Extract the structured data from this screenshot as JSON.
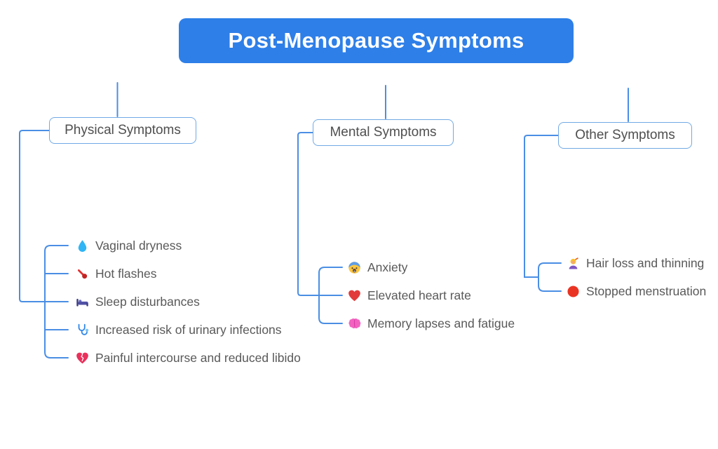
{
  "title": "Post-Menopause Symptoms",
  "colors": {
    "root_background": "#2e7fe8",
    "root_text": "#ffffff",
    "branch_border": "#71a9e5",
    "branch_text": "#4f4f4f",
    "connector": "#4a8ee4",
    "leaf_text": "#595959"
  },
  "branches": [
    {
      "label": "Physical Symptoms",
      "items": [
        {
          "icon": "droplet-icon",
          "label": "Vaginal dryness"
        },
        {
          "icon": "thermometer-icon",
          "label": "Hot flashes"
        },
        {
          "icon": "bed-icon",
          "label": "Sleep disturbances"
        },
        {
          "icon": "stethoscope-icon",
          "label": "Increased risk of urinary infections"
        },
        {
          "icon": "broken-heart-icon",
          "label": "Painful intercourse and reduced libido"
        }
      ]
    },
    {
      "label": "Mental Symptoms",
      "items": [
        {
          "icon": "fearful-face-icon",
          "label": "Anxiety"
        },
        {
          "icon": "red-heart-icon",
          "label": "Elevated heart rate"
        },
        {
          "icon": "brain-icon",
          "label": "Memory lapses and fatigue"
        }
      ]
    },
    {
      "label": "Other Symptoms",
      "items": [
        {
          "icon": "woman-haircut-icon",
          "label": "Hair loss and thinning"
        },
        {
          "icon": "red-circle-icon",
          "label": "Stopped menstruation"
        }
      ]
    }
  ]
}
